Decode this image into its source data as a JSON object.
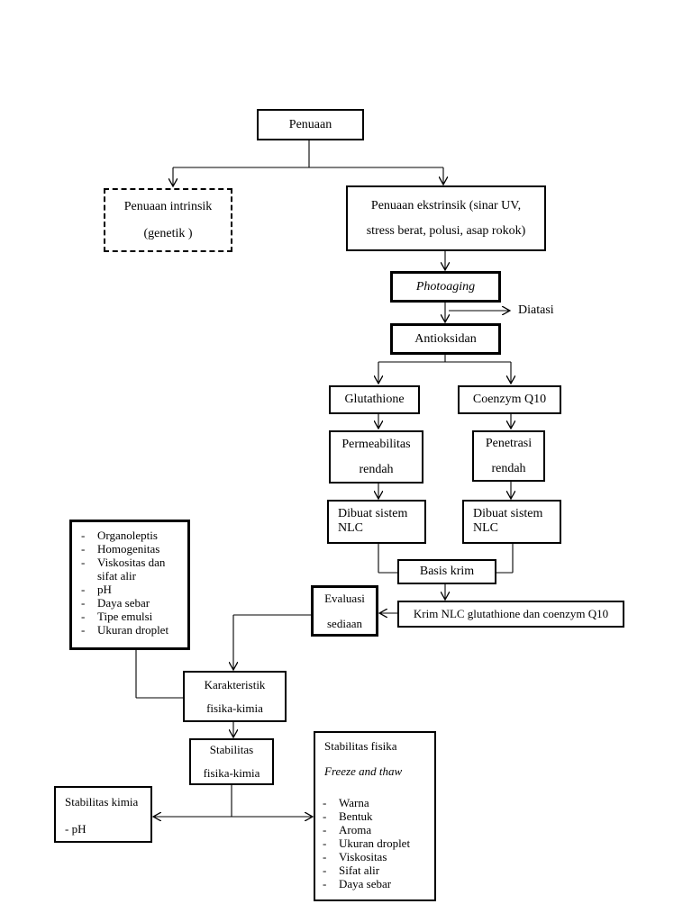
{
  "nodes": {
    "penuaan": "Penuaan",
    "intrinsik": [
      "Penuaan intrinsik",
      "(genetik )"
    ],
    "ekstrinsik": [
      "Penuaan ekstrinsik (sinar UV,",
      "stress berat, polusi, asap rokok)"
    ],
    "photoaging": "Photoaging",
    "diatasi": "Diatasi",
    "antioksidan": "Antioksidan",
    "glutathione": "Glutathione",
    "coenzym": "Coenzym Q10",
    "permeabilitas": [
      "Permeabilitas",
      "rendah"
    ],
    "penetrasi": [
      "Penetrasi",
      "rendah"
    ],
    "nlc_left": [
      "Dibuat sistem",
      "NLC"
    ],
    "nlc_right": [
      "Dibuat sistem",
      "NLC"
    ],
    "basis_krim": "Basis krim",
    "krim_nlc": "Krim NLC glutathione dan coenzym Q10",
    "evaluasi": [
      "Evaluasi",
      "sediaan"
    ],
    "evaluasi_list": [
      "Organoleptis",
      "Homogenitas",
      "Viskositas dan sifat alir",
      "pH",
      "Daya sebar",
      "Tipe emulsi",
      "Ukuran droplet"
    ],
    "karakteristik": [
      "Karakteristik",
      "fisika-kimia"
    ],
    "stabilitas": [
      "Stabilitas",
      "fisika-kimia"
    ],
    "stabilitas_kimia": [
      "Stabilitas kimia",
      "- pH"
    ],
    "stabilitas_fisika": {
      "title": "Stabilitas  fisika",
      "method": "Freeze and thaw",
      "items": [
        "Warna",
        "Bentuk",
        "Aroma",
        "Ukuran droplet",
        "Viskositas",
        "Sifat alir",
        "Daya sebar"
      ]
    }
  }
}
